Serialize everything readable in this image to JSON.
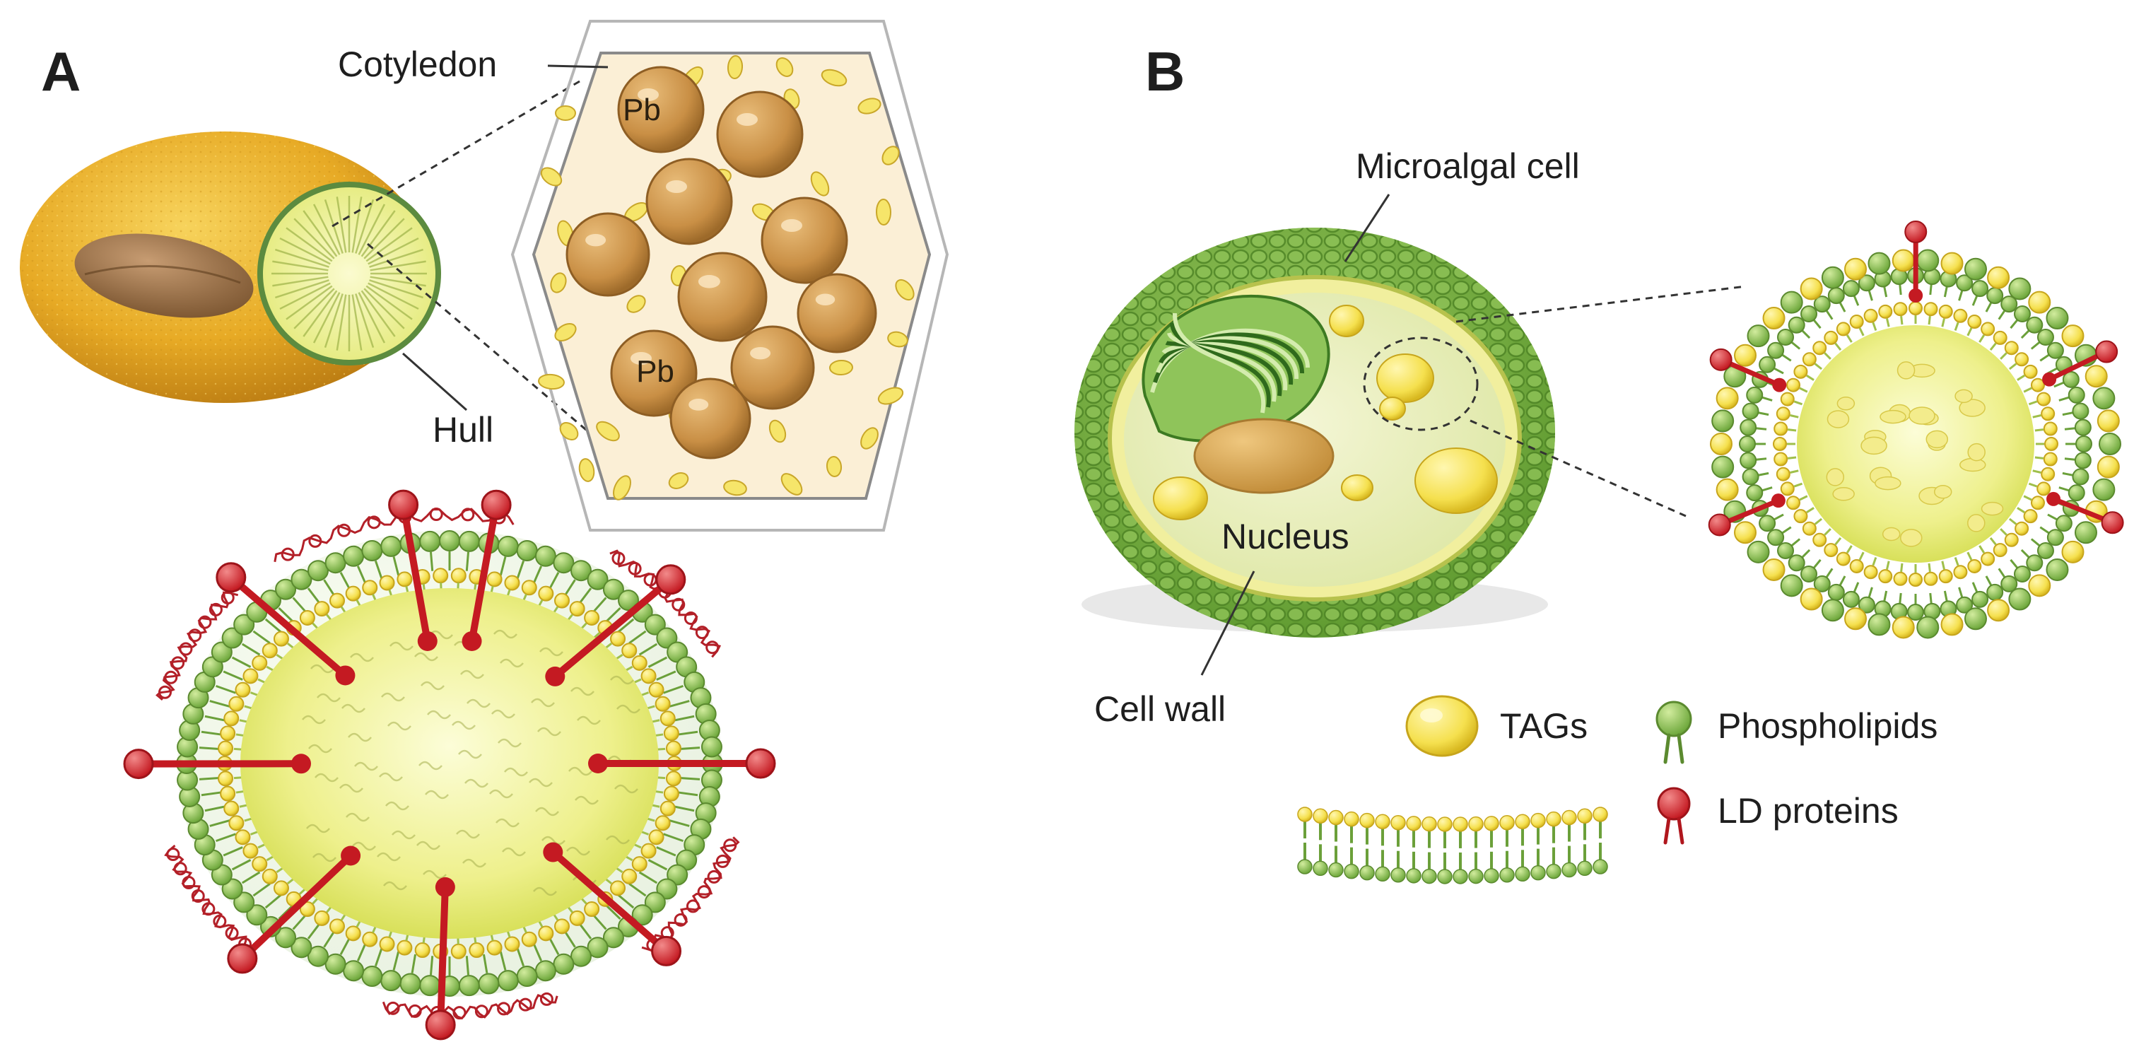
{
  "panel_a": {
    "letter": "A",
    "labels": {
      "cotyledon": "Cotyledon",
      "hull": "Hull",
      "pb_1": "Pb",
      "pb_2": "Pb"
    }
  },
  "panel_b": {
    "letter": "B",
    "labels": {
      "microalgal_cell": "Microalgal cell",
      "nucleus": "Nucleus",
      "cell_wall": "Cell wall"
    },
    "legend": [
      {
        "label": "TAGs",
        "icon": "tag-droplet-icon"
      },
      {
        "label": "Phospholipids",
        "icon": "phospholipid-icon"
      },
      {
        "label": "LD proteins",
        "icon": "ld-protein-icon"
      }
    ]
  },
  "colors": {
    "seed_hull": "#e3a823",
    "tag_yellow": "#f5e25a",
    "phospholipid_green": "#8fc65e",
    "ld_protein_red": "#d9232b",
    "protein_body": "#c98f45",
    "cell_wall_green": "#6aa63a"
  }
}
